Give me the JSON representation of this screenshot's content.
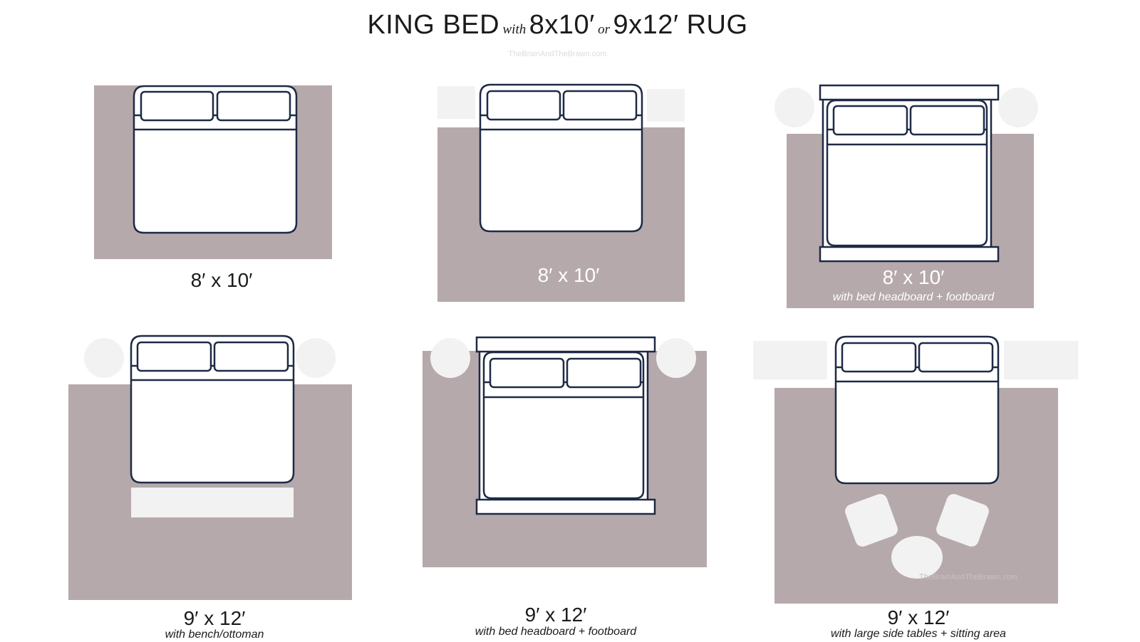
{
  "title": {
    "main1": "KING BED",
    "conn1": "with",
    "main2": "8x10′",
    "conn2": "or",
    "main3": "9x12′ RUG"
  },
  "watermark": "TheBrainAndTheBrawn.com",
  "panels": [
    {
      "size": "8′ x 10′",
      "note": ""
    },
    {
      "size": "8′ x 10′",
      "note": ""
    },
    {
      "size": "8′ x 10′",
      "note": "with bed headboard + footboard"
    },
    {
      "size": "9′ x 12′",
      "note": "with bench/ottoman"
    },
    {
      "size": "9′ x 12′",
      "note": "with bed headboard + footboard"
    },
    {
      "size": "9′ x 12′",
      "note": "with large side tables + sitting area"
    }
  ],
  "colors": {
    "rug": "#b5a9ab",
    "outline": "#1e2a45",
    "furniture": "#f2f2f2"
  }
}
